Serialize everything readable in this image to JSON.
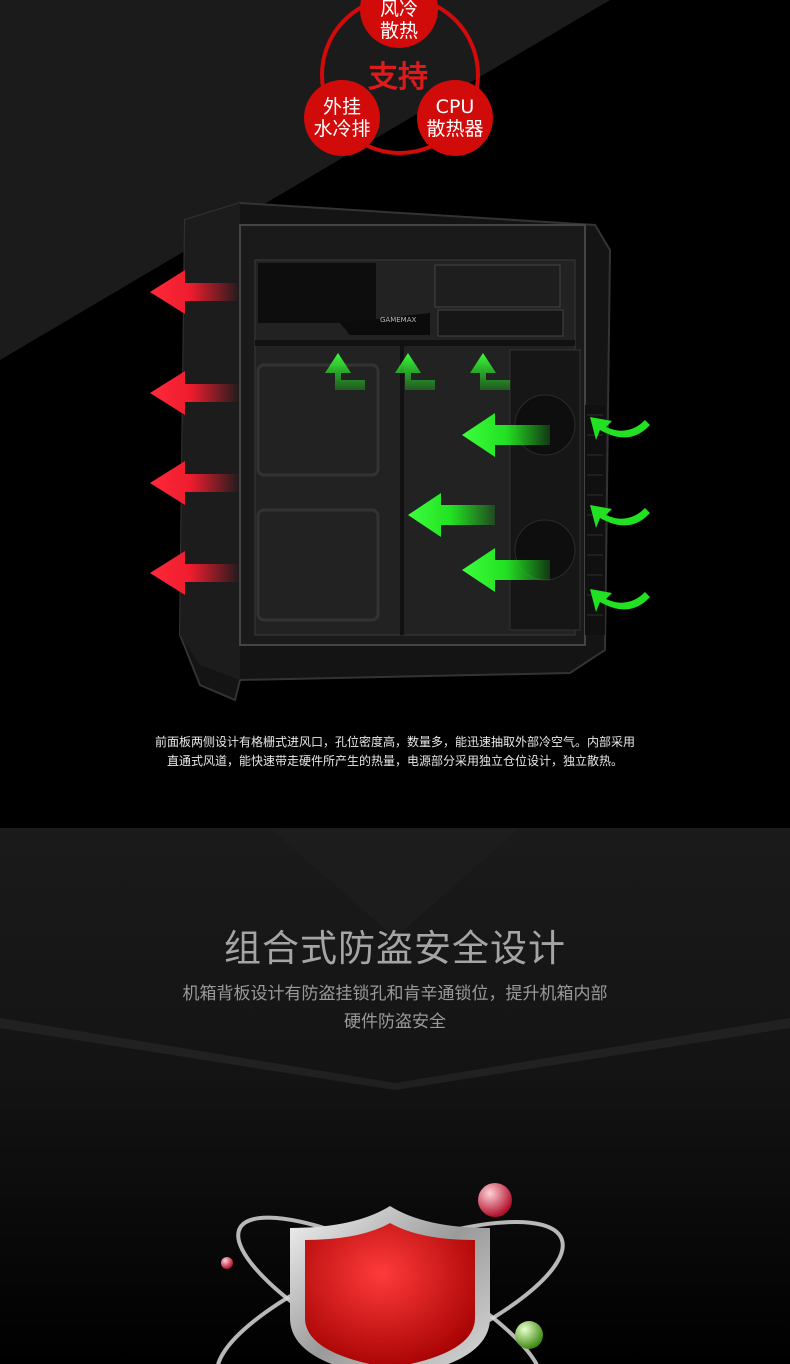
{
  "badges": {
    "top": "风冷\n散热",
    "left": "外挂\n水冷排",
    "right": "CPU\n散热器",
    "center": "支持"
  },
  "case": {
    "brand": "GAMEMAX",
    "colors": {
      "intake_arrow": "#22e022",
      "exhaust_arrow": "#ee1c2e",
      "badge": "#d10a0a"
    }
  },
  "airflow_description": {
    "line1": "前面板两侧设计有格栅式进风口，孔位密度高，数量多，能迅速抽取外部冷空气。内部采用",
    "line2": "直通式风道，能快速带走硬件所产生的热量，电源部分采用独立仓位设计，独立散热。"
  },
  "security": {
    "title": "组合式防盗安全设计",
    "desc_line1": "机箱背板设计有防盗挂锁孔和肯辛通锁位，提升机箱内部",
    "desc_line2": "硬件防盗安全"
  },
  "icons": [
    "exhaust-arrow-icon",
    "intake-arrow-icon",
    "shield-icon"
  ]
}
